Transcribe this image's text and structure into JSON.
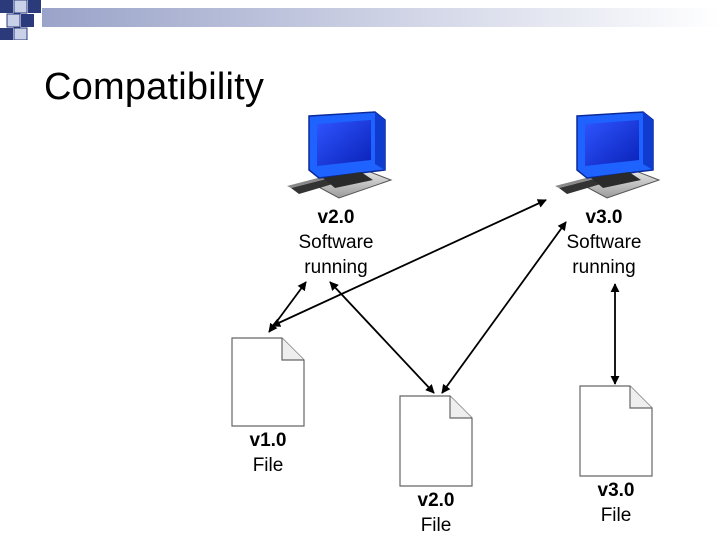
{
  "title": "Compatibility",
  "computers": [
    {
      "version": "v2.0",
      "line1": "Software",
      "line2": "running"
    },
    {
      "version": "v3.0",
      "line1": "Software",
      "line2": "running"
    }
  ],
  "files": [
    {
      "version": "v1.0",
      "line1": "File"
    },
    {
      "version": "v2.0",
      "line1": "File"
    },
    {
      "version": "v3.0",
      "line1": "File"
    }
  ],
  "colors": {
    "monitor_blue": "#1e63ff",
    "monitor_screen": "#0f2fd6",
    "body_gray": "#cfcfcf",
    "deco_square_dark": "#2a3a7a",
    "deco_square_light": "#c9d1e8"
  }
}
